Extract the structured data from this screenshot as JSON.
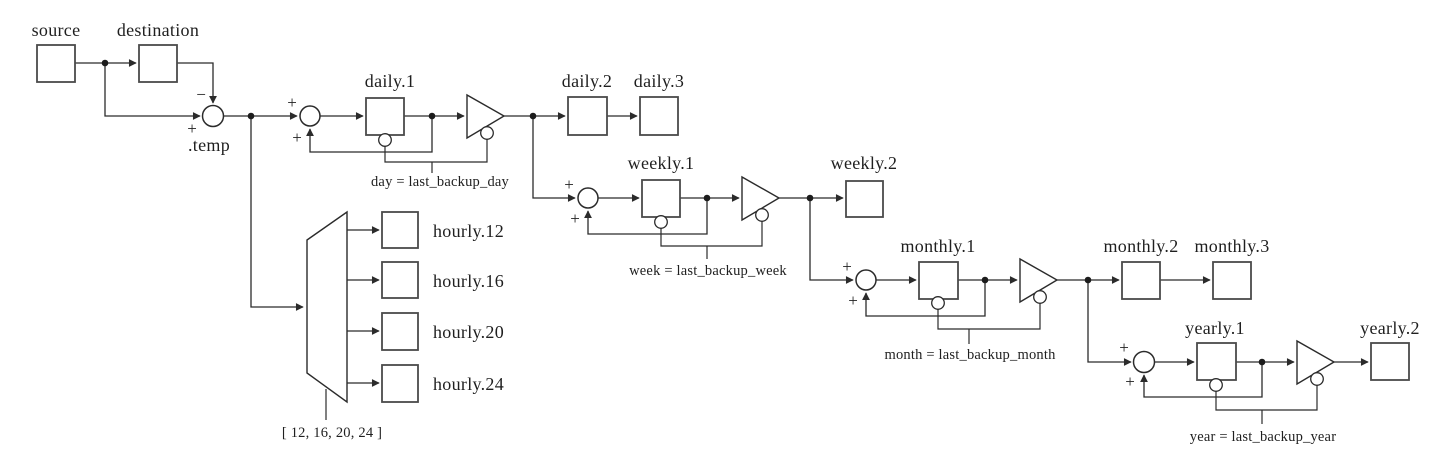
{
  "diagram": {
    "description": "backup-rotation-signal-flow-diagram",
    "nodes": {
      "source": "source",
      "destination": "destination",
      "temp": ".temp",
      "daily1": "daily.1",
      "daily2": "daily.2",
      "daily3": "daily.3",
      "weekly1": "weekly.1",
      "weekly2": "weekly.2",
      "monthly1": "monthly.1",
      "monthly2": "monthly.2",
      "monthly3": "monthly.3",
      "yearly1": "yearly.1",
      "yearly2": "yearly.2",
      "hourly12": "hourly.12",
      "hourly16": "hourly.16",
      "hourly20": "hourly.20",
      "hourly24": "hourly.24"
    },
    "conditions": {
      "daily": "day = last_backup_day",
      "weekly": "week = last_backup_week",
      "monthly": "month = last_backup_month",
      "yearly": "year = last_backup_year"
    },
    "demux_selector": "[ 12, 16, 20, 24 ]",
    "operators": {
      "plus": "+",
      "minus": "−"
    },
    "colors": {
      "background": "#ffffff",
      "line": "#2b2b2b",
      "box_stroke": "#4a4a4a",
      "text": "#1f1f1f"
    }
  }
}
